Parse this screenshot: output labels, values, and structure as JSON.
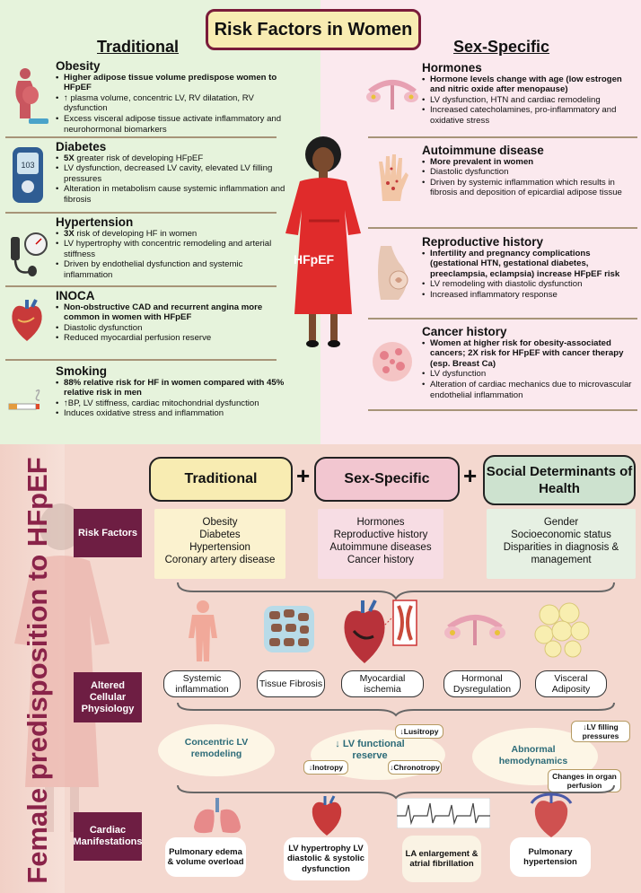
{
  "title": "Risk Factors in Women",
  "traditional_heading": "Traditional",
  "sex_specific_heading": "Sex-Specific",
  "figure_label": "HFpEF",
  "traditional": [
    {
      "name": "Obesity",
      "icon": "obesity-figure-icon",
      "points": [
        "Higher adipose tissue volume predispose women to HFpEF",
        "↑ plasma volume, concentric LV, RV dilatation, RV dysfunction",
        "Excess visceral adipose tissue activate inflammatory and neurohormonal biomarkers"
      ]
    },
    {
      "name": "Diabetes",
      "icon": "glucometer-icon",
      "points": [
        "5X greater risk of developing HFpEF",
        "LV dysfunction, decreased LV cavity, elevated LV filling pressures",
        "Alteration in metabolism cause systemic inflammation and fibrosis"
      ]
    },
    {
      "name": "Hypertension",
      "icon": "blood-pressure-cuff-icon",
      "points": [
        "3X risk of developing HF in women",
        "LV hypertrophy with concentric remodeling and arterial stiffness",
        "Driven by endothelial dysfunction and systemic inflammation"
      ]
    },
    {
      "name": "INOCA",
      "icon": "heart-icon",
      "points": [
        "Non-obstructive CAD and recurrent angina more common in women with HFpEF",
        "Diastolic dysfunction",
        "Reduced myocardial perfusion reserve"
      ]
    },
    {
      "name": "Smoking",
      "icon": "cigarette-icon",
      "points": [
        "88% relative risk for HF in women compared with 45% relative risk in men",
        "↑BP, LV stiffness, cardiac mitochondrial dysfunction",
        "Induces oxidative stress and inflammation"
      ]
    }
  ],
  "sex_specific": [
    {
      "name": "Hormones",
      "icon": "ovary-icon",
      "points": [
        "Hormone levels change with age (low estrogen and nitric oxide after menopause)",
        "LV dysfunction, HTN and cardiac remodeling",
        "Increased catecholamines, pro-inflammatory and oxidative stress"
      ]
    },
    {
      "name": "Autoimmune disease",
      "icon": "rash-hand-icon",
      "points": [
        "More prevalent in women",
        "Diastolic dysfunction",
        "Driven by systemic inflammation which results in fibrosis and deposition of epicardial adipose tissue"
      ]
    },
    {
      "name": "Reproductive history",
      "icon": "pregnancy-icon",
      "points": [
        "Infertility and pregnancy complications (gestational HTN, gestational diabetes, preeclampsia, eclampsia) increase HFpEF risk",
        "LV remodeling with diastolic dysfunction",
        "Increased inflammatory response"
      ]
    },
    {
      "name": "Cancer history",
      "icon": "cancer-cell-icon",
      "points": [
        "Women at higher risk for obesity-associated cancers; 2X risk for HFpEF with cancer therapy (esp. Breast Ca)",
        "LV dysfunction",
        "Alteration of cardiac mechanics due to microvascular endothelial inflammation"
      ]
    }
  ],
  "bottom": {
    "side_title": "Female predisposition to HFpEF",
    "categories": [
      "Traditional",
      "Sex-Specific",
      "Social Determinants of Health"
    ],
    "plus": "+",
    "row_labels": [
      "Risk Factors",
      "Altered Cellular Physiology",
      "Cardiac Manifestations"
    ],
    "lists": [
      [
        "Obesity",
        "Diabetes",
        "Hypertension",
        "Coronary artery disease"
      ],
      [
        "Hormones",
        "Reproductive history",
        "Autoimmune diseases",
        "Cancer history"
      ],
      [
        "Gender",
        "Socioeconomic status",
        "Disparities in diagnosis & management"
      ]
    ],
    "physiology": [
      "Systemic inflammation",
      "Tissue Fibrosis",
      "Myocardial ischemia",
      "Hormonal Dysregulation",
      "Visceral Adiposity"
    ],
    "physiology_icons": [
      "human-body-icon",
      "fibrosis-tissue-icon",
      "ischemic-heart-icon",
      "ovary-icon",
      "fat-cells-icon"
    ],
    "remodeling": "Concentric LV remodeling",
    "functional_reserve": "↓ LV functional reserve",
    "lusitropy": "↓Lusitropy",
    "inotropy": "↓Inotropy",
    "chronotropy": "↓Chronotropy",
    "hemodynamics": "Abnormal hemodynamics",
    "filling": "↓LV filling pressures",
    "perfusion": "Changes in organ perfusion",
    "manifestations": [
      "Pulmonary edema & volume overload",
      "LV hypertrophy LV diastolic & systolic dysfunction",
      "LA enlargement & atrial fibrillation",
      "Pulmonary hypertension"
    ],
    "manifestation_icons": [
      "lungs-icon",
      "hypertrophic-heart-icon",
      "ecg-strip-icon",
      "pulmonary-vessels-icon"
    ]
  },
  "colors": {
    "accent": "#7a1c3a",
    "traditional": "#f8ecb2",
    "sex_specific": "#f2c6d0",
    "social": "#cde2cf"
  }
}
